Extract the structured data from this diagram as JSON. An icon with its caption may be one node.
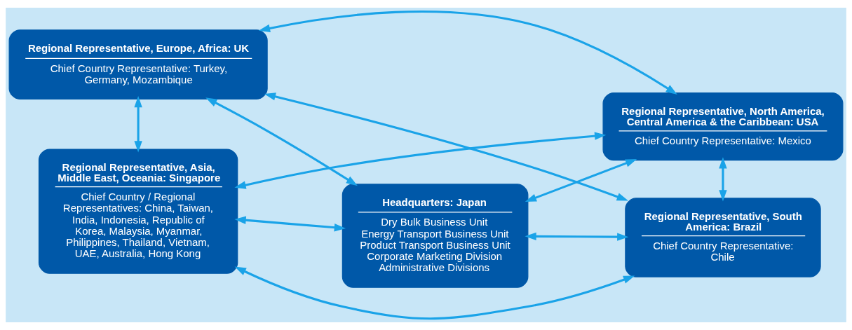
{
  "diagram": {
    "nodes": [
      {
        "text": [
          "Regional Representative, Europe, Africa: UK",
          "Chief Country Representative: Turkey, Germany, Mozambique"
        ]
      },
      {
        "text": [
          "Headquarters: Japan",
          "Dry Bulk Business Unit",
          "Energy Transport Business Unit",
          "Product Transport Business Unit",
          "Corporate Marketing Division",
          "Administrative Divisions"
        ]
      },
      {
        "text": [
          "Regional Representative, North America, Central America & the Caribbean: USA",
          "Chief Country Representative: Mexico"
        ]
      },
      {
        "text": [
          "Regional Representative, Asia, Middle East, Oceania: Singapore",
          "Chief Country / Regional Representatives: China, Taiwan, India, Indonesia, Republic of Korea, Malaysia, Myanmar, Philippines, Thailand, Vietnam, UAE, Australia, Hong Kong"
        ]
      },
      {
        "text": [
          "Regional Representative, South America: Brazil",
          "Chief Country Representative: Chile"
        ]
      }
    ],
    "edges": [
      {
        "from": 0,
        "to": 2,
        "arrow": "both"
      },
      {
        "from": 0,
        "to": 1,
        "arrow": "both"
      },
      {
        "from": 1,
        "to": 2,
        "arrow": "both"
      },
      {
        "from": 0,
        "to": 3,
        "arrow": "both"
      },
      {
        "from": 3,
        "to": 1,
        "arrow": "both"
      },
      {
        "from": 1,
        "to": 4,
        "arrow": "both"
      },
      {
        "from": 2,
        "to": 4,
        "arrow": "both"
      },
      {
        "from": 2,
        "to": 3,
        "arrow": "both"
      },
      {
        "from": 0,
        "to": 4,
        "arrow": "both"
      },
      {
        "from": 3,
        "to": 4,
        "arrow": "both"
      }
    ]
  }
}
